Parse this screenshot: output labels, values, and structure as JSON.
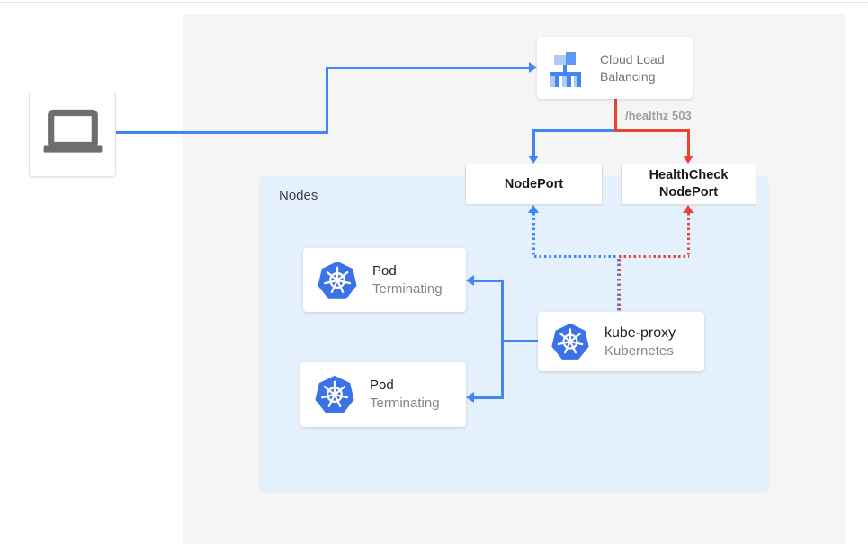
{
  "diagram": {
    "nodes_container": {
      "label": "Nodes"
    },
    "cloud_load_balancing": {
      "label": "Cloud Load Balancing"
    },
    "healthz_annotation": "/healthz 503",
    "nodeport": {
      "label": "NodePort"
    },
    "healthcheck_nodeport": {
      "line1": "HealthCheck",
      "line2": "NodePort"
    },
    "pod1": {
      "title": "Pod",
      "status": "Terminating"
    },
    "pod2": {
      "title": "Pod",
      "status": "Terminating"
    },
    "kube_proxy": {
      "title": "kube-proxy",
      "subtitle": "Kubernetes"
    }
  },
  "icons": {
    "client": "laptop-icon",
    "load_balancer": "cloud-load-balancing-icon",
    "kubernetes": "kubernetes-helm-icon"
  },
  "colors": {
    "traffic_blue": "#4285F4",
    "healthcheck_red": "#EA4335",
    "nodes_background": "#E4F0FC",
    "panel_background": "#F5F5F5",
    "muted_text": "#757575",
    "annotation_text": "#9AA0A6",
    "k8s_logo_blue": "#3B72E8",
    "laptop_gray": "#6E6E6E"
  }
}
